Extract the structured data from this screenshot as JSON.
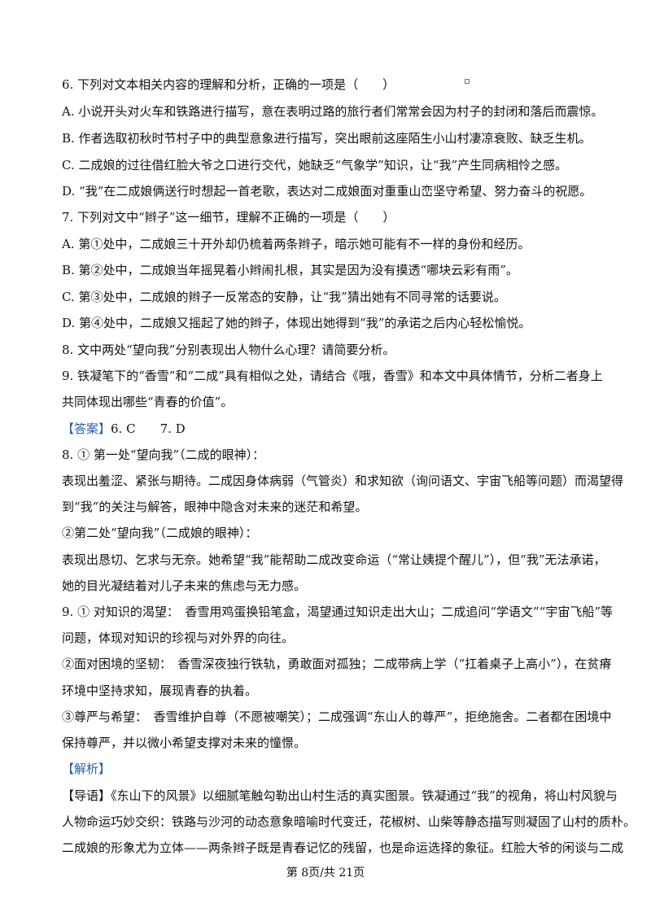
{
  "lines": [
    "6. 下列对文本相关内容的理解和分析，正确的一项是（　　）",
    "A. 小说开头对火车和铁路进行描写，意在表明过路的旅行者们常常会因为村子的封闭和落后而震惊。",
    "B. 作者选取初秋时节村子中的典型意象进行描写，突出眼前这座陌生小山村凄凉衰败、缺乏生机。",
    "C. 二成娘的过往借红脸大爷之口进行交代，她缺乏“气象学”知识，让“我”产生同病相怜之感。",
    "D. “我”在二成娘俩送行时想起一首老歌，表达对二成娘面对重重山峦坚守希望、努力奋斗的祝愿。",
    "7. 下列对文中“辫子”这一细节，理解不正确的一项是（　　）",
    "A. 第①处中，二成娘三十开外却仍梳着两条辫子，暗示她可能有不一样的身份和经历。",
    "B. 第②处中，二成娘当年摇晃着小辫闹扎根，其实是因为没有摸透“哪块云彩有雨”。",
    "C. 第③处中，二成娘的辫子一反常态的安静，让“我”猜出她有不同寻常的话要说。",
    "D. 第④处中，二成娘又摇起了她的辫子，体现出她得到“我”的承诺之后内心轻松愉悦。",
    "8. 文中两处“望向我”分别表现出人物什么心理？请简要分析。",
    "9. 铁凝笔下的“香雪”和“二成”具有相似之处，请结合《哦，香雪》和本文中具体情节，分析二者身上",
    "共同体现出哪些“青春的价值”。",
    "",
    "8. ① 第一处“望向我”（二成的眼神）：",
    "表现出羞涩、紧张与期待。二成因身体病弱（气管炎）和求知欲（询问语文、宇宙飞船等问题）而渴望得",
    "到“我”的关注与解答，眼神中隐含对未来的迷茫和希望。",
    "②第二处“望向我”（二成娘的眼神）：",
    "表现出恳切、乞求与无奈。她希望“我”能帮助二成改变命运（“常让姨提个醒儿”），但“我”无法承诺，",
    "她的目光凝结着对儿子未来的焦虑与无力感。",
    "9. ① 对知识的渴望：　香雪用鸡蛋换铅笔盒，渴望通过知识走出大山；二成追问“学语文”“宇宙飞船”等",
    "问题，体现对知识的珍视与对外界的向往。",
    "②面对困境的坚韧：　香雪深夜独行铁轨，勇敢面对孤独；二成带病上学（“扛着桌子上高小”），在贫瘠",
    "环境中坚持求知，展现青春的执着。",
    "③尊严与希望：　香雪维护自尊（不愿被嘲笑）；二成强调“东山人的尊严”，拒绝施舍。二者都在困境中",
    "保持尊严，并以微小希望支撑对未来的憧憬。",
    "",
    "【导语】《东山下的风景》以细腻笔触勾勒出山村生活的真实图景。铁凝通过“我”的视角，将山村风貌与",
    "人物命运巧妙交织：铁路与沙河的动态意象暗喻时代变迁，花椒树、山柴等静态描写则凝固了山村的质朴。",
    "二成娘的形象尤为立体——两条辫子既是青春记忆的残留，也是命运选择的象征。红脸大爷的闲谈与二成"
  ],
  "answer": {
    "label": "【答案】",
    "text": "6. C　　7. D"
  },
  "analysis_label": "【解析】",
  "footer": "第 8页/共 21页"
}
